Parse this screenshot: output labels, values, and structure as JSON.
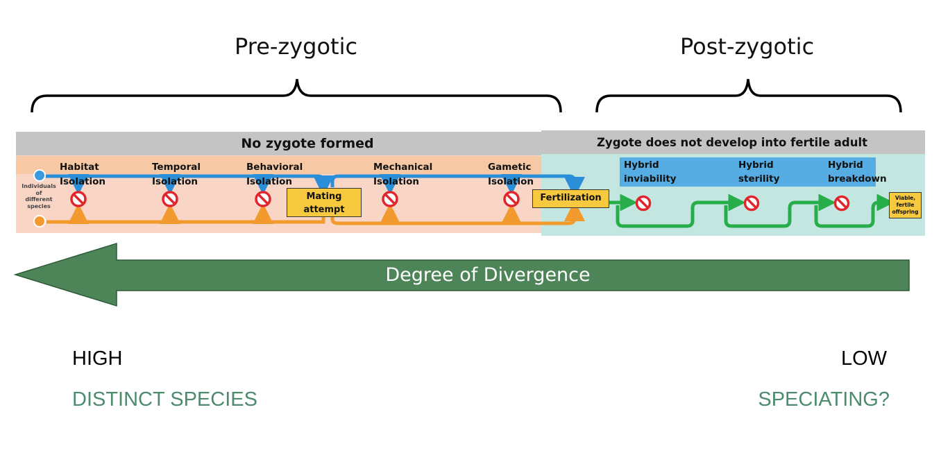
{
  "headings": {
    "pre": "Pre-zygotic",
    "post": "Post-zygotic"
  },
  "pre_band": {
    "title": "No zygote formed",
    "start_label": [
      "Individuals",
      "of",
      "different",
      "species"
    ],
    "barriers": [
      {
        "line1": "Habitat",
        "line2": "Isolation"
      },
      {
        "line1": "Temporal",
        "line2": "Isolation"
      },
      {
        "line1": "Behavioral",
        "line2": "Isolation"
      },
      {
        "line1": "Mechanical",
        "line2": "Isolation"
      },
      {
        "line1": "Gametic",
        "line2": "Isolation"
      }
    ],
    "mating_box": [
      "Mating",
      "attempt"
    ],
    "fertilization_box": "Fertilization"
  },
  "post_band": {
    "title": "Zygote does not develop into fertile adult",
    "barriers": [
      {
        "line1": "Hybrid",
        "line2": "inviability"
      },
      {
        "line1": "Hybrid",
        "line2": "sterility"
      },
      {
        "line1": "Hybrid",
        "line2": "breakdown"
      }
    ],
    "outcome": [
      "Viable,",
      "fertile",
      "offspring"
    ]
  },
  "arrow": {
    "label": "Degree of Divergence"
  },
  "scale": {
    "left_level": "HIGH",
    "right_level": "LOW",
    "left_outcome": "DISTINCT SPECIES",
    "right_outcome": "SPECIATING?"
  },
  "colors": {
    "pre_bg": "#f8d5c4",
    "pre_top_bg": "#f6c9a4",
    "post_bg": "#c3e6e0",
    "band_header": "#c4c4c4",
    "blue_arrow": "#2a8fd8",
    "orange_arrow": "#f39a2e",
    "green_arrow": "#27ae4b",
    "stop_red": "#e0262c",
    "yellow_box": "#f7c93e",
    "blue_box": "#55ade3",
    "divergence_arrow": "#4d8458",
    "outcome_text": "#4d8a6e"
  }
}
